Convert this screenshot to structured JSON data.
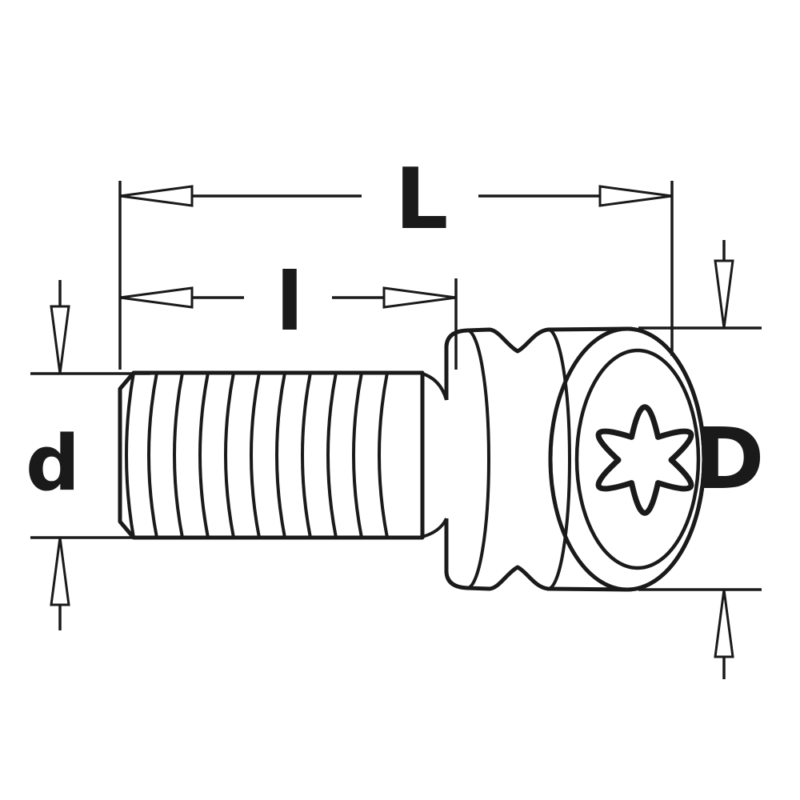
{
  "diagram": {
    "type": "technical-drawing",
    "labels": {
      "overall_length": "L",
      "thread_length": "l",
      "thread_diameter": "d",
      "head_diameter": "D"
    },
    "colors": {
      "line": "#1a1a1a",
      "background": "#ffffff"
    }
  }
}
